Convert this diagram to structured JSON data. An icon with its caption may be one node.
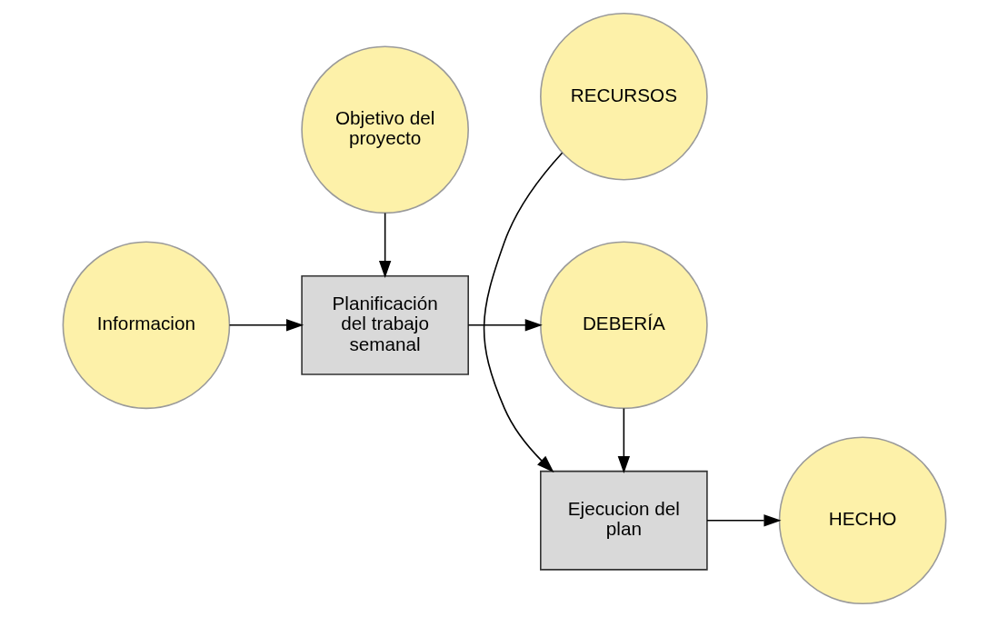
{
  "diagram": {
    "nodes": [
      {
        "text": [
          "Objetivo del proyecto"
        ]
      },
      {
        "text": [
          "Informacion"
        ]
      },
      {
        "text": [
          "Planificación del trabajo semanal"
        ]
      },
      {
        "text": [
          "DEBERÍA"
        ]
      },
      {
        "text": [
          "RECURSOS"
        ]
      },
      {
        "text": [
          "Ejecucion del plan"
        ]
      },
      {
        "text": [
          "HECHO"
        ]
      }
    ],
    "edges": [
      {
        "from": 0,
        "to": 2,
        "arrow": "to"
      },
      {
        "from": 1,
        "to": 2,
        "arrow": "to"
      },
      {
        "from": 2,
        "to": 3,
        "arrow": "to"
      },
      {
        "from": 3,
        "to": 5,
        "arrow": "to"
      },
      {
        "from": 4,
        "to": 5,
        "arrow": "to"
      },
      {
        "from": 5,
        "to": 6,
        "arrow": "to"
      }
    ]
  }
}
